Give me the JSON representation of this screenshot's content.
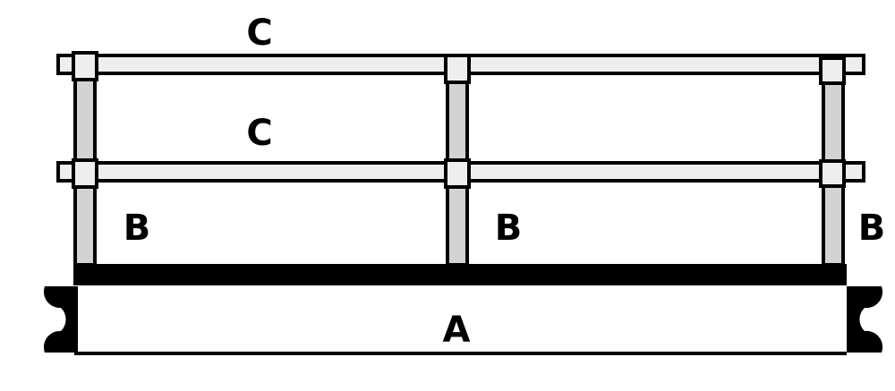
{
  "labels": {
    "rail_top": "C",
    "rail_mid": "C",
    "post_left": "B",
    "post_middle": "B",
    "post_right": "B",
    "length": "A"
  },
  "colors": {
    "rail_fill": "#eeeeee",
    "post_fill": "#d3d3d3",
    "stroke": "#000000"
  }
}
